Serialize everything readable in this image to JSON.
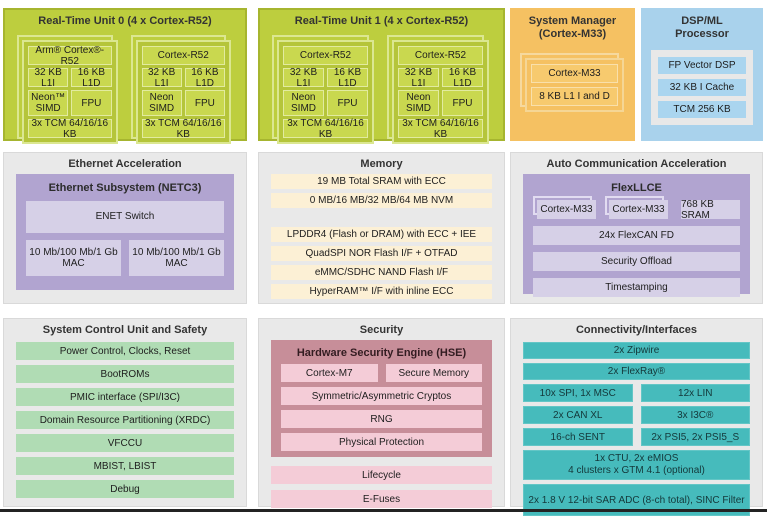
{
  "colors": {
    "green": "#bdce3e",
    "orange": "#f5c162",
    "blue": "#a9d2ec",
    "gray": "#e9e9e9",
    "purple": "#b1a4d0",
    "cream": "#fcf0d5",
    "light_green": "#b0dcb4",
    "rose": "#c78e99",
    "pink": "#f4ccd7",
    "teal": "#46bbbc"
  },
  "rtu0": {
    "title": "Real-Time Unit 0 (4 x Cortex-R52)",
    "cores": [
      {
        "name": "Arm® Cortex®-R52",
        "l1i": "32 KB L1I",
        "l1d": "16 KB L1D",
        "simd": "Neon™ SIMD",
        "fpu": "FPU",
        "tcm": "3x TCM 64/16/16 KB"
      },
      {
        "name": "Cortex-R52",
        "l1i": "32 KB L1I",
        "l1d": "16 KB L1D",
        "simd": "Neon SIMD",
        "fpu": "FPU",
        "tcm": "3x TCM 64/16/16 KB"
      }
    ]
  },
  "rtu1": {
    "title": "Real-Time Unit 1 (4 x Cortex-R52)",
    "cores": [
      {
        "name": "Cortex-R52",
        "l1i": "32 KB L1I",
        "l1d": "16 KB L1D",
        "simd": "Neon SIMD",
        "fpu": "FPU",
        "tcm": "3x TCM 64/16/16 KB"
      },
      {
        "name": "Cortex-R52",
        "l1i": "32 KB L1I",
        "l1d": "16 KB L1D",
        "simd": "Neon SIMD",
        "fpu": "FPU",
        "tcm": "3x TCM 64/16/16 KB"
      }
    ]
  },
  "sysman": {
    "title_line1": "System Manager",
    "title_line2": "(Cortex-M33)",
    "rows": [
      "Cortex-M33",
      "8 KB L1 I and D"
    ]
  },
  "dsp": {
    "title_line1": "DSP/ML",
    "title_line2": "Processor",
    "rows": [
      "FP Vector DSP",
      "32 KB I Cache",
      "TCM 256 KB"
    ]
  },
  "ethernet": {
    "title": "Ethernet Acceleration",
    "subsystem_title": "Ethernet Subsystem (NETC3)",
    "switch": "ENET Switch",
    "mac1": "10 Mb/100 Mb/1 Gb MAC",
    "mac2": "10 Mb/100 Mb/1 Gb MAC"
  },
  "memory": {
    "title": "Memory",
    "group1": [
      "19 MB Total SRAM with ECC",
      "0 MB/16 MB/32 MB/64 MB NVM"
    ],
    "group2": [
      "LPDDR4 (Flash or DRAM) with ECC + IEE",
      "QuadSPI NOR Flash I/F + OTFAD",
      "eMMC/SDHC NAND Flash I/F",
      "HyperRAM™ I/F with inline ECC"
    ]
  },
  "autocomm": {
    "title": "Auto Communication Acceleration",
    "block_title": "FlexLLCE",
    "cpu1": "Cortex-M33",
    "cpu2": "Cortex-M33",
    "sram": "768 KB SRAM",
    "rows": [
      "24x FlexCAN FD",
      "Security Offload",
      "Timestamping"
    ]
  },
  "scu": {
    "title": "System Control Unit and Safety",
    "rows": [
      "Power Control, Clocks, Reset",
      "BootROMs",
      "PMIC interface (SPI/I3C)",
      "Domain Resource Partitioning (XRDC)",
      "VFCCU",
      "MBIST, LBIST",
      "Debug"
    ]
  },
  "security": {
    "title": "Security",
    "hse_title": "Hardware Security Engine (HSE)",
    "cpu": "Cortex-M7",
    "mem": "Secure Memory",
    "rows": [
      "Symmetric/Asymmetric Cryptos",
      "RNG",
      "Physical Protection"
    ],
    "extra_rows": [
      "Lifecycle",
      "E-Fuses"
    ]
  },
  "conn": {
    "title": "Connectivity/Interfaces",
    "full_rows": [
      "2x Zipwire",
      "2x FlexRay®"
    ],
    "pairs": [
      {
        "left": "10x SPI, 1x MSC",
        "right": "12x LIN"
      },
      {
        "left": "2x CAN XL",
        "right": "3x I3C®"
      },
      {
        "left": "16-ch SENT",
        "right": "2x PSI5, 2x PSI5_S"
      }
    ],
    "timer_line1": "1x CTU, 2x eMIOS",
    "timer_line2": "4 clusters x GTM 4.1 (optional)",
    "adc_row": "2x 1.8 V 12-bit SAR ADC (8-ch total), SINC Filter"
  }
}
